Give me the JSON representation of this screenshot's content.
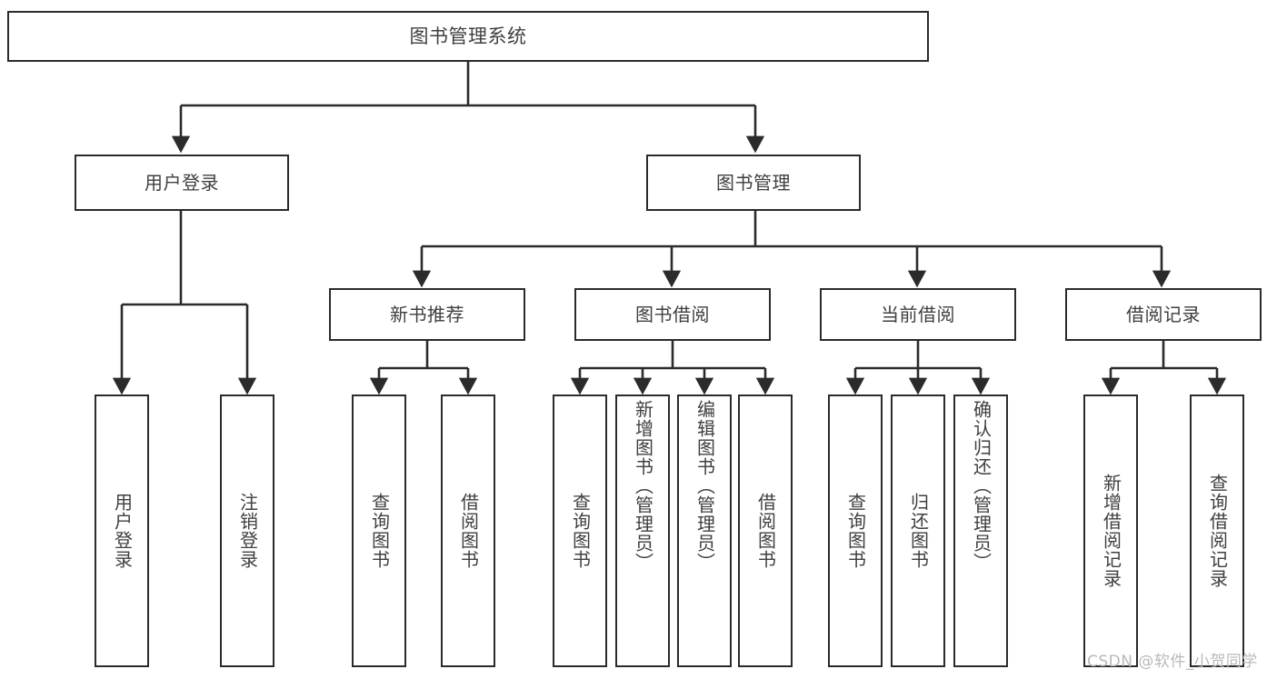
{
  "diagram": {
    "title": "图书管理系统",
    "type": "function-structure-tree",
    "watermark": "CSDN @软件_小贺同学",
    "colors": {
      "box_border": "#2b2b2b",
      "box_fill": "#ffffff",
      "text": "#3f3f3f",
      "edge": "#2b2b2b",
      "watermark": "#b9b9b9",
      "background": "#ffffff"
    },
    "root": {
      "label": "图书管理系统"
    },
    "level2": [
      {
        "label": "用户登录"
      },
      {
        "label": "图书管理"
      }
    ],
    "level3": [
      {
        "label": "新书推荐"
      },
      {
        "label": "图书借阅"
      },
      {
        "label": "当前借阅"
      },
      {
        "label": "借阅记录"
      }
    ],
    "leaves": {
      "user_login": [
        {
          "label": "用户登录"
        },
        {
          "label": "注销登录"
        }
      ],
      "new_book_recommend": [
        {
          "label": "查询图书"
        },
        {
          "label": "借阅图书"
        }
      ],
      "book_borrow": [
        {
          "label": "查询图书"
        },
        {
          "label": "新增图书（管理员）"
        },
        {
          "label": "编辑图书（管理员）"
        },
        {
          "label": "借阅图书"
        }
      ],
      "current_borrow": [
        {
          "label": "查询图书"
        },
        {
          "label": "归还图书"
        },
        {
          "label": "确认归还（管理员）"
        }
      ],
      "borrow_record": [
        {
          "label": "新增借阅记录"
        },
        {
          "label": "查询借阅记录"
        }
      ]
    }
  }
}
